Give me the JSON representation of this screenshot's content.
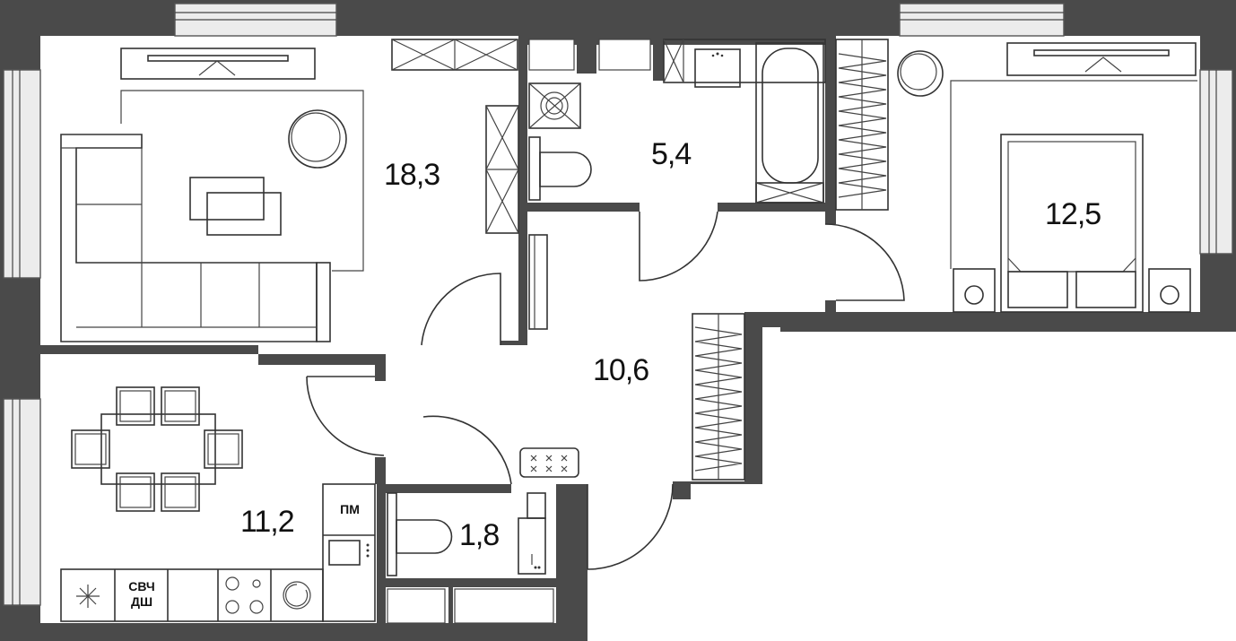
{
  "rooms": {
    "living_area": "18,3",
    "bathroom_area": "5,4",
    "bedroom_area": "12,5",
    "hall_area": "10,6",
    "kitchen_area": "11,2",
    "toilet_area": "1,8"
  },
  "appliances": {
    "dishwasher": "ПМ",
    "microwave_line1": "СВЧ",
    "microwave_line2": "ДШ"
  },
  "colors": {
    "wall": "#4a4a4a",
    "window": "#ececec",
    "line": "#333333"
  }
}
